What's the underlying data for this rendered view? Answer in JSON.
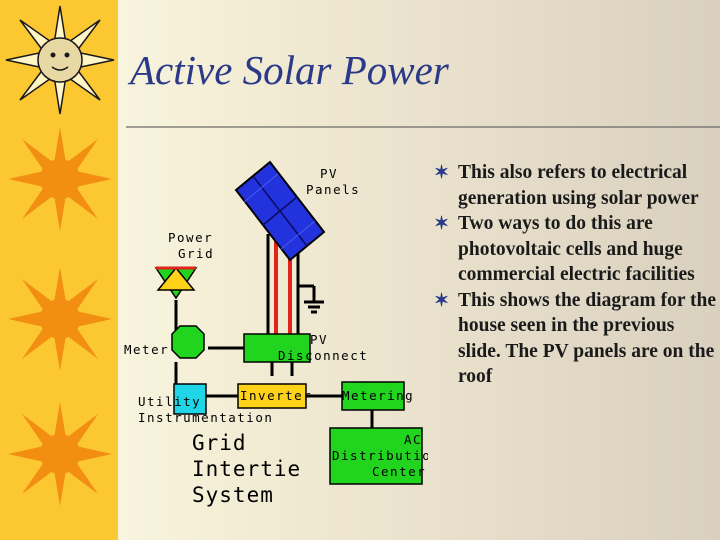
{
  "slide": {
    "title": "Active Solar Power",
    "bullets": [
      "This also refers to electrical generation using solar power",
      "Two ways to do this are photovoltaic cells and huge commercial electric facilities",
      "This shows the diagram for the house seen in the previous slide.  The PV panels are on the roof"
    ],
    "bullet_icon": "star-bullet-icon"
  },
  "diagram": {
    "pv_panels": [
      "PV",
      "Panels"
    ],
    "power_grid": [
      "Power",
      "Grid"
    ],
    "meter": "Meter",
    "pv_disconnect": [
      "PV",
      "Disconnect"
    ],
    "utility_instrumentation": [
      "Utility",
      "Instrumentation"
    ],
    "inverter": "Inverter",
    "metering": "Metering",
    "ac_distribution": [
      "AC",
      "Distribution",
      "Center"
    ],
    "grid_intertie": [
      "Grid",
      "Intertie",
      "System"
    ]
  },
  "colors": {
    "band": "#fbc832",
    "title": "#2a3a88",
    "green_box": "#21d41e",
    "cyan_box": "#1fd6e6",
    "panel_blue": "#2233dd",
    "wire_red": "#e0241a"
  }
}
